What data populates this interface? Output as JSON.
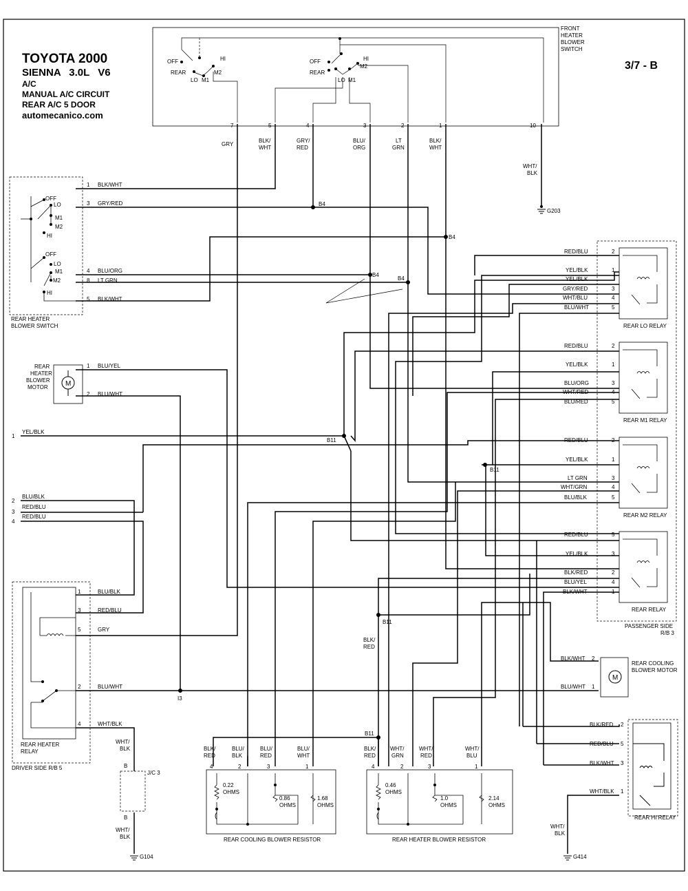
{
  "header": {
    "make": "TOYOTA 2000",
    "model": "SIENNA 3.0L V6",
    "system": "A/C",
    "circuit": "MANUAL A/C CIRCUIT",
    "body": "REAR A/C 5 DOOR",
    "site": "automecanico.com",
    "page": "3/7 - B"
  },
  "front_switch": {
    "title": [
      "FRONT",
      "HEATER",
      "BLOWER",
      "SWITCH"
    ],
    "left_labels": {
      "off": "OFF",
      "rear": "REAR",
      "lo": "LO",
      "m1": "M1",
      "m2": "M2",
      "hi": "HI"
    },
    "right_labels": {
      "off": "OFF",
      "rear": "REAR",
      "lo": "LO",
      "m1": "M1",
      "m2": "M2",
      "hi": "HI"
    },
    "pins": [
      {
        "num": "7",
        "wire": [
          "GRY"
        ]
      },
      {
        "num": "5",
        "wire": [
          "BLK/",
          "WHT"
        ]
      },
      {
        "num": "4",
        "wire": [
          "GRY/",
          "RED"
        ]
      },
      {
        "num": "3",
        "wire": [
          "BLU/",
          "ORG"
        ]
      },
      {
        "num": "2",
        "wire": [
          "LT",
          "GRN"
        ]
      },
      {
        "num": "1",
        "wire": [
          "BLK/",
          "WHT"
        ]
      },
      {
        "num": "10",
        "wire": [
          "WHT/",
          "BLK"
        ]
      }
    ]
  },
  "grounds": {
    "g203": "G203",
    "g104": "G104",
    "g414": "G414"
  },
  "rear_switch": {
    "title": [
      "REAR HEATER",
      "BLOWER SWITCH"
    ],
    "pos": {
      "off1": "OFF",
      "lo1": "LO",
      "m1a": "M1",
      "m2a": "M2",
      "hi1": "HI",
      "off2": "OFF",
      "lo2": "LO",
      "m1b": "M1",
      "m2b": "M2",
      "hi2": "HI"
    },
    "pins": [
      {
        "num": "1",
        "wire": "BLK/WHT"
      },
      {
        "num": "3",
        "wire": "GRY/RED"
      },
      {
        "num": "4",
        "wire": "BLU/ORG"
      },
      {
        "num": "8",
        "wire": "LT GRN"
      },
      {
        "num": "5",
        "wire": "BLK/WHT"
      }
    ]
  },
  "splices": {
    "b4a": "B4",
    "b4b": "B4",
    "b4c": "B4",
    "b4d": "B4",
    "b11a": "B11",
    "b11b": "B11",
    "b11c": "B11",
    "b11d": "B11",
    "i3": "I3"
  },
  "rear_motor": {
    "title": [
      "REAR",
      "HEATER",
      "BLOWER",
      "MOTOR"
    ],
    "symbol": "M",
    "pins": [
      {
        "num": "1",
        "wire": "BLU/YEL"
      },
      {
        "num": "2",
        "wire": "BLU/WHT"
      }
    ]
  },
  "left_terminals": [
    {
      "num": "1",
      "wire": "YEL/BLK"
    },
    {
      "num": "2",
      "wire": "BLU/BLK"
    },
    {
      "num": "3",
      "wire": "RED/BLU"
    },
    {
      "num": "4",
      "wire": "RED/BLU"
    }
  ],
  "driver_relay": {
    "title": [
      "REAR HEATER",
      "RELAY"
    ],
    "rb": "DRIVER SIDE R/B 5",
    "pins": [
      {
        "num": "1",
        "wire": "BLU/BLK"
      },
      {
        "num": "3",
        "wire": "RED/BLU"
      },
      {
        "num": "5",
        "wire": "GRY"
      },
      {
        "num": "2",
        "wire": "BLU/WHT"
      },
      {
        "num": "4",
        "wire": "WHT/BLK"
      }
    ]
  },
  "jc": {
    "name": "J/C 3",
    "top": "B",
    "bottom": "B",
    "wire_top": [
      "WHT/",
      "BLK"
    ],
    "wire_bottom": [
      "WHT/",
      "BLK"
    ]
  },
  "lo_relay": {
    "title": "REAR LO RELAY",
    "pins": [
      {
        "num": "2",
        "wire": "RED/BLU"
      },
      {
        "num": "1",
        "wire": "YEL/BLK"
      },
      {
        "num": "",
        "wire": "YEL/BLK"
      },
      {
        "num": "3",
        "wire": "GRY/RED"
      },
      {
        "num": "4",
        "wire": "WHT/BLU"
      },
      {
        "num": "5",
        "wire": "BLU/WHT"
      }
    ]
  },
  "m1_relay": {
    "title": "REAR M1 RELAY",
    "pins": [
      {
        "num": "2",
        "wire": "RED/BLU"
      },
      {
        "num": "1",
        "wire": "YEL/BLK"
      },
      {
        "num": "3",
        "wire": "BLU/ORG"
      },
      {
        "num": "4",
        "wire": "WHT/RED"
      },
      {
        "num": "5",
        "wire": "BLU/RED"
      }
    ]
  },
  "m2_relay": {
    "title": "REAR M2 RELAY",
    "pins": [
      {
        "num": "2",
        "wire": "RED/BLU"
      },
      {
        "num": "1",
        "wire": "YEL/BLK"
      },
      {
        "num": "3",
        "wire": "LT GRN"
      },
      {
        "num": "4",
        "wire": "WHT/GRN"
      },
      {
        "num": "5",
        "wire": "BLU/BLK"
      }
    ]
  },
  "rear_relay": {
    "title": "REAR RELAY",
    "rb": [
      "PASSENGER SIDE",
      "R/B 3"
    ],
    "pins": [
      {
        "num": "5",
        "wire": "RED/BLU"
      },
      {
        "num": "3",
        "wire": "YEL/BLK"
      },
      {
        "num": "2",
        "wire": "BLK/RED"
      },
      {
        "num": "4",
        "wire": "BLU/YEL"
      },
      {
        "num": "1",
        "wire": "BLK/WHT"
      }
    ]
  },
  "cooling_motor": {
    "title": [
      "REAR COOLING",
      "BLOWER MOTOR"
    ],
    "symbol": "M",
    "pins": [
      {
        "num": "2",
        "wire": "BLK/WHT"
      },
      {
        "num": "1",
        "wire": "BLU/WHT"
      }
    ]
  },
  "hi_relay": {
    "title": "REAR HI RELAY",
    "pins": [
      {
        "num": "2",
        "wire": "BLK/RED"
      },
      {
        "num": "5",
        "wire": "RED/BLU"
      },
      {
        "num": "3",
        "wire": "BLK/WHT"
      },
      {
        "num": "1",
        "wire": "WHT/BLK"
      }
    ]
  },
  "misc_wires": {
    "blk_red_mid": [
      "BLK/",
      "RED"
    ],
    "wht_blk_g414": [
      "WHT/",
      "BLK"
    ]
  },
  "cooling_resistor": {
    "title": "REAR COOLING BLOWER RESISTOR",
    "pins": [
      {
        "num": "4",
        "wire": [
          "BLK/",
          "RED"
        ]
      },
      {
        "num": "2",
        "wire": [
          "BLU/",
          "BLK"
        ]
      },
      {
        "num": "3",
        "wire": [
          "BLU/",
          "RED"
        ]
      },
      {
        "num": "1",
        "wire": [
          "BLU/",
          "WHT"
        ]
      }
    ],
    "values": [
      [
        "0.22",
        "OHMS"
      ],
      [
        "0.86",
        "OHMS"
      ],
      [
        "1.68",
        "OHMS"
      ]
    ]
  },
  "heater_resistor": {
    "title": "REAR HEATER BLOWER RESISTOR",
    "pins": [
      {
        "num": "4",
        "wire": [
          "BLK/",
          "RED"
        ]
      },
      {
        "num": "2",
        "wire": [
          "WHT/",
          "GRN"
        ]
      },
      {
        "num": "3",
        "wire": [
          "WHT/",
          "RED"
        ]
      },
      {
        "num": "1",
        "wire": [
          "WHT/",
          "BLU"
        ]
      }
    ],
    "values": [
      [
        "0.46",
        "OHMS"
      ],
      [
        "1.0",
        "OHMS"
      ],
      [
        "2.14",
        "OHMS"
      ]
    ]
  }
}
